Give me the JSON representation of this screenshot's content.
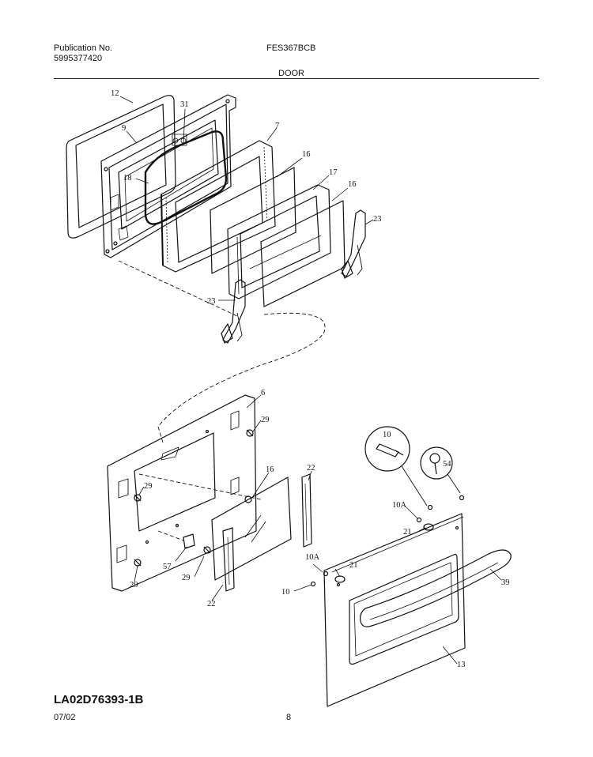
{
  "header": {
    "publication_label": "Publication No.",
    "publication_number": "5995377420",
    "model": "FES367BCB",
    "section_title": "DOOR"
  },
  "callouts": {
    "c12": "12",
    "c31": "31",
    "c9": "9",
    "c7": "7",
    "c16a": "16",
    "c17": "17",
    "c16b": "16",
    "c18": "18",
    "c23a": "23",
    "c23b": "23",
    "c6": "6",
    "c29a": "29",
    "c29b": "29",
    "c16c": "16",
    "c22a": "22",
    "c57": "57",
    "c29c": "29",
    "c29d": "29",
    "c22b": "22",
    "c10": "10",
    "c54": "54",
    "c10A_a": "10A",
    "c21a": "21",
    "c10A_b": "10A",
    "c21b": "21",
    "c10b": "10",
    "c39": "39",
    "c13": "13"
  },
  "footer": {
    "drawing_number": "LA02D76393-1B",
    "date": "07/02",
    "page_number": "8"
  }
}
